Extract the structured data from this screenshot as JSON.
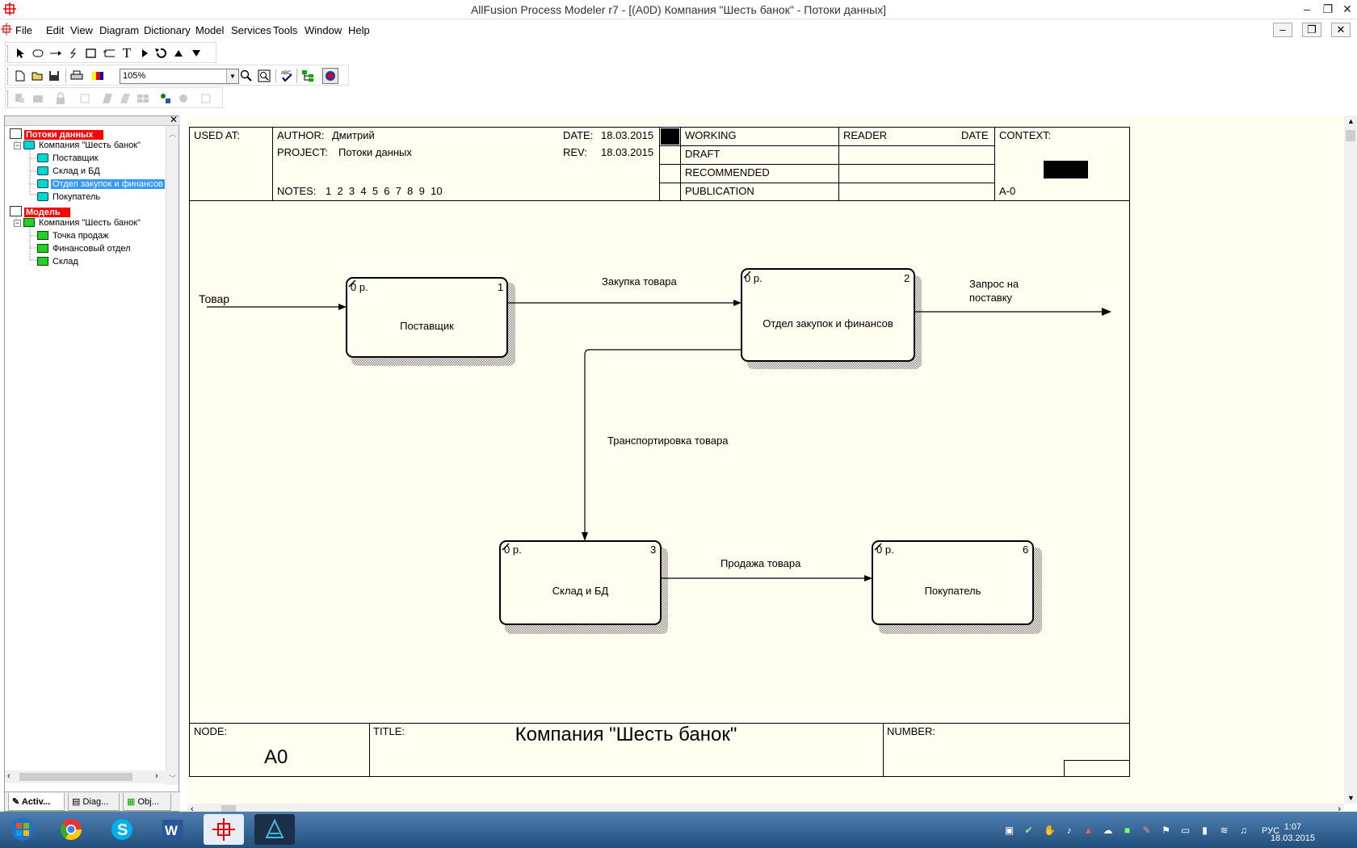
{
  "window": {
    "title": "AllFusion Process Modeler r7 - [(A0D) Компания \"Шесть банок\" - Потоки данных]"
  },
  "menu": [
    "File",
    "Edit",
    "View",
    "Diagram",
    "Dictionary",
    "Model",
    "Services",
    "Tools",
    "Window",
    "Help"
  ],
  "toolbar": {
    "zoom_value": "105%"
  },
  "tree": {
    "root1": "Потоки данных",
    "company1": "Компания \"Шесть банок\"",
    "items1": [
      "Поставщик",
      "Склад и БД",
      "Отдел закупок и финансов",
      "Покупатель"
    ],
    "root2": "Модель",
    "company2": "Компания \"Шесть банок\"",
    "items2": [
      "Точка продаж",
      "Финансовый отдел",
      "Склад"
    ]
  },
  "panel_tabs": [
    "Activ...",
    "Diag...",
    "Obj..."
  ],
  "diagram": {
    "used_at": "USED AT:",
    "author_label": "AUTHOR:",
    "author": "Дмитрий",
    "project_label": "PROJECT:",
    "project": "Потоки данных",
    "notes_label": "NOTES:",
    "notes": "1  2  3  4  5  6  7  8  9  10",
    "date_label": "DATE:",
    "date": "18.03.2015",
    "rev_label": "REV:",
    "rev": "18.03.2015",
    "status": [
      "WORKING",
      "DRAFT",
      "RECOMMENDED",
      "PUBLICATION"
    ],
    "reader": "READER",
    "reader_date": "DATE",
    "context": "CONTEXT:",
    "context_id": "A-0",
    "node_label": "NODE:",
    "node": "A0",
    "title_label": "TITLE:",
    "title": "Компания \"Шесть банок\"",
    "number_label": "NUMBER:",
    "boxes": [
      {
        "name": "Поставщик",
        "cost": "0 р.",
        "num": "1"
      },
      {
        "name": "Отдел закупок и финансов",
        "cost": "0 р.",
        "num": "2"
      },
      {
        "name": "Склад и БД",
        "cost": "0 р.",
        "num": "3"
      },
      {
        "name": "Покупатель",
        "cost": "0 р.",
        "num": "6"
      }
    ],
    "arrows": [
      "Товар",
      "Закупка товара",
      "Запрос на",
      "поставку",
      "Транспортировка товара",
      "Продажа товара"
    ]
  },
  "taskbar": {
    "lang": "РУС",
    "time": "1:07",
    "date": "18.03.2015"
  },
  "colors": {
    "canvas": "#fffef0",
    "tree_root": "#ff0000",
    "tree_selected": "#3399ff",
    "taskbar": "#2d5d8c"
  }
}
